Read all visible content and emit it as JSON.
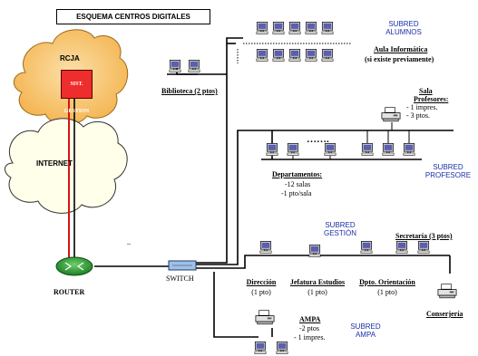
{
  "title": "ESQUEMA CENTROS DIGITALES",
  "clouds": {
    "rcja": "RCJA",
    "gestion": "SIST. GESTION",
    "internet": "INTERNET"
  },
  "devices": {
    "router": "ROUTER",
    "switch": "SWITCH"
  },
  "subnets": {
    "alumnos": [
      "SUBRED",
      "ALUMNOS"
    ],
    "profesores": [
      "SUBRED",
      "PROFESORE"
    ],
    "gestion": [
      "SUBRED",
      "GESTIÓN"
    ],
    "ampa": [
      "SUBRED",
      "AMPA"
    ]
  },
  "labels": {
    "aula": "Aula Informática",
    "aula_note": "(si existe previamente)",
    "biblioteca": "Biblioteca (2 ptos)",
    "sala_1": "Sala",
    "sala_2": "Profesores:",
    "sala_3": "- 1 impres.",
    "sala_4": "- 3 ptos.",
    "departamentos": "Departamentos:",
    "dep_1": "-12 salas",
    "dep_2": "-1 pto/sala",
    "dots": "…….",
    "secretaria": "Secretaría (3 ptos)",
    "direccion": "Dirección",
    "direccion_sub": "(1 pto)",
    "jefatura": "Jefatura Estudios",
    "jefatura_sub": "(1 pto)",
    "orientacion": "Dpto. Orientación",
    "orientacion_sub": "(1 pto)",
    "conserjeria": "Conserjería",
    "ampa": "AMPA",
    "ampa_1": "-2 ptos",
    "ampa_2": "- 1 impres.",
    "stray_dash": "–"
  },
  "colors": {
    "cloud": "#f7c56a",
    "internet_cloud": "#ffffea",
    "router": "#2fa43a",
    "gestion_box": "#ee2d2d",
    "subnet_text": "#1c2fa8",
    "link": "#d7141b"
  }
}
